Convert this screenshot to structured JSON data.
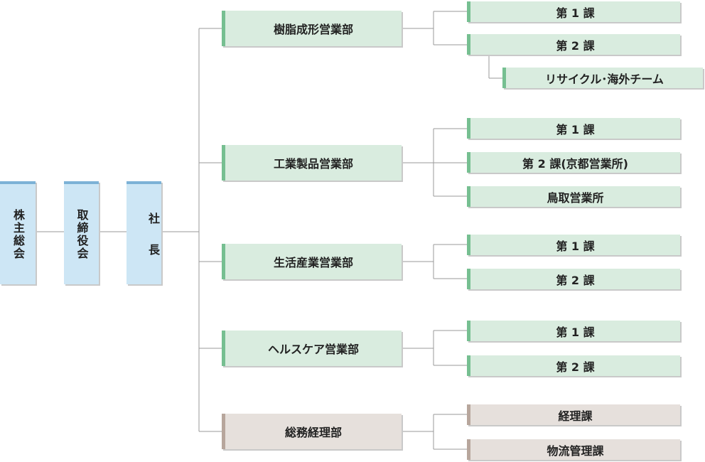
{
  "executives": {
    "shareholders": "株主総会",
    "board": "取締役会",
    "president": "社長"
  },
  "departments": {
    "resin": {
      "name": "樹脂成形営業部",
      "sections": {
        "s1": "第 1 課",
        "s2": "第 2 課",
        "recycle": "リサイクル･海外チーム"
      }
    },
    "industrial": {
      "name": "工業製品営業部",
      "sections": {
        "s1": "第 1 課",
        "s2": "第 2 課(京都営業所)",
        "tottori": "鳥取営業所"
      }
    },
    "lifestyle": {
      "name": "生活産業営業部",
      "sections": {
        "s1": "第 1 課",
        "s2": "第 2 課"
      }
    },
    "healthcare": {
      "name": "ヘルスケア営業部",
      "sections": {
        "s1": "第 1 課",
        "s2": "第 2 課"
      }
    },
    "admin": {
      "name": "総務経理部",
      "sections": {
        "accounting": "経理課",
        "logistics": "物流管理課"
      }
    }
  },
  "colors": {
    "executive_fill": "#cde6f5",
    "executive_accent": "#7cb2d6",
    "sales_fill": "#d9ecdf",
    "sales_accent": "#76bf91",
    "admin_fill": "#e6e0dc",
    "admin_accent": "#b7a69c",
    "connector": "#9a9a9a"
  }
}
